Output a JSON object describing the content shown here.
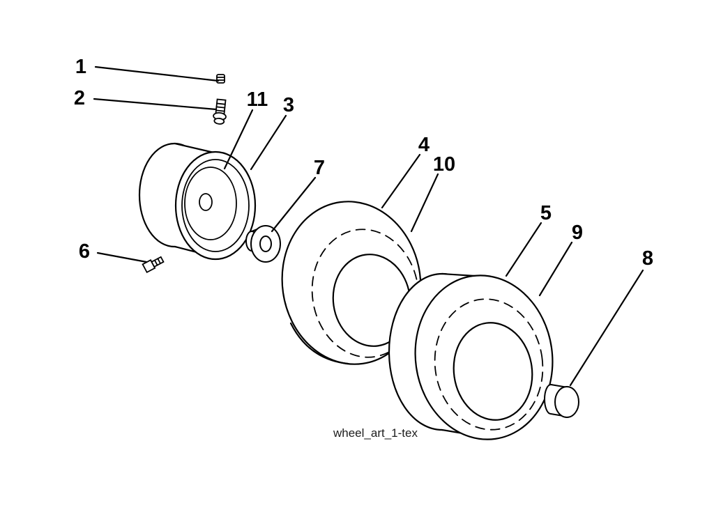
{
  "diagram": {
    "caption": "wheel_art_1-tex",
    "colors": {
      "line": "#000000",
      "background": "#ffffff"
    },
    "labels": {
      "l1": "1",
      "l2": "2",
      "l3": "3",
      "l4": "4",
      "l5": "5",
      "l6": "6",
      "l7": "7",
      "l8": "8",
      "l9": "9",
      "l10": "10",
      "l11": "11"
    }
  }
}
